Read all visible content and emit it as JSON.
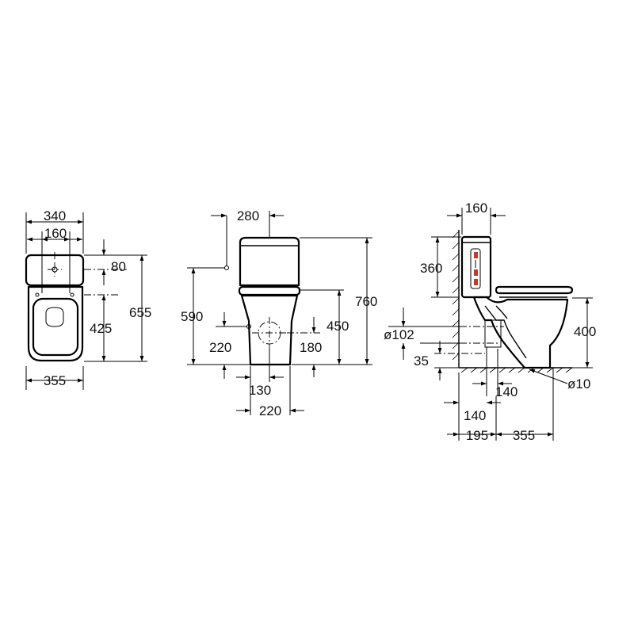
{
  "front_view": {
    "d_340": "340",
    "d_160": "160",
    "d_80": "80",
    "d_655": "655",
    "d_425": "425",
    "d_355": "355"
  },
  "side_view": {
    "d_280": "280",
    "d_760": "760",
    "d_590": "590",
    "d_450": "450",
    "d_220_h": "220",
    "d_180": "180",
    "d_130": "130",
    "d_220_w": "220"
  },
  "section_view": {
    "d_160": "160",
    "d_360": "360",
    "d_400": "400",
    "d_102": "ø102",
    "d_35": "35",
    "d_140_a": "140",
    "d_10": "ø10",
    "d_140_b": "140",
    "d_195": "195",
    "d_355": "355"
  }
}
